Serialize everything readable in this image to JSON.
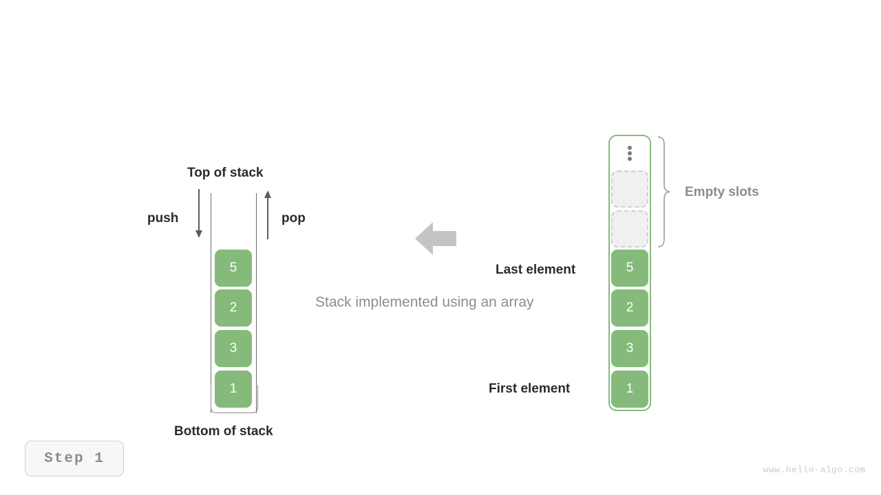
{
  "diagram": {
    "caption": "Stack implemented using an array",
    "step_badge": "Step  1",
    "watermark": "www.hello-algo.com",
    "accent_color": "#85ba7b",
    "arrow_color": "#c4c4c4",
    "text_dark": "#2b2b2b",
    "text_gray": "#8c8c8c"
  },
  "stack": {
    "top_label": "Top of stack",
    "bottom_label": "Bottom of stack",
    "push_label": "push",
    "pop_label": "pop",
    "values": [
      "5",
      "2",
      "3",
      "1"
    ]
  },
  "array": {
    "empty_slots_label": "Empty slots",
    "last_element_label": "Last element",
    "first_element_label": "First element",
    "ellipsis_icon": "vertical-ellipsis",
    "empty_slot_count": 2,
    "values": [
      "5",
      "2",
      "3",
      "1"
    ]
  },
  "transform_arrow": {
    "direction": "left",
    "name": "right-to-left-arrow"
  }
}
